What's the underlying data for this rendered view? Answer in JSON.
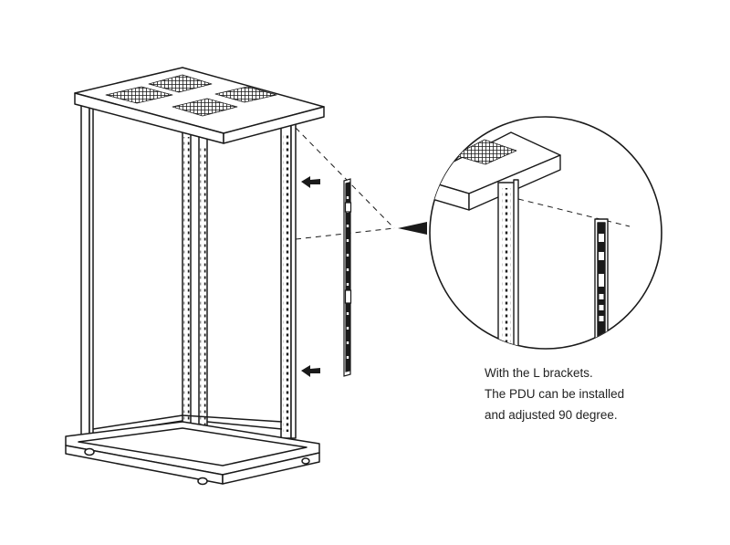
{
  "caption": {
    "line1": "With the L brackets.",
    "line2": "The PDU can be installed",
    "line3": "and adjusted 90 degree."
  },
  "colors": {
    "stroke": "#1a1a1a",
    "fill": "#ffffff",
    "mesh": "#2b2b2b",
    "text": "#222222"
  }
}
